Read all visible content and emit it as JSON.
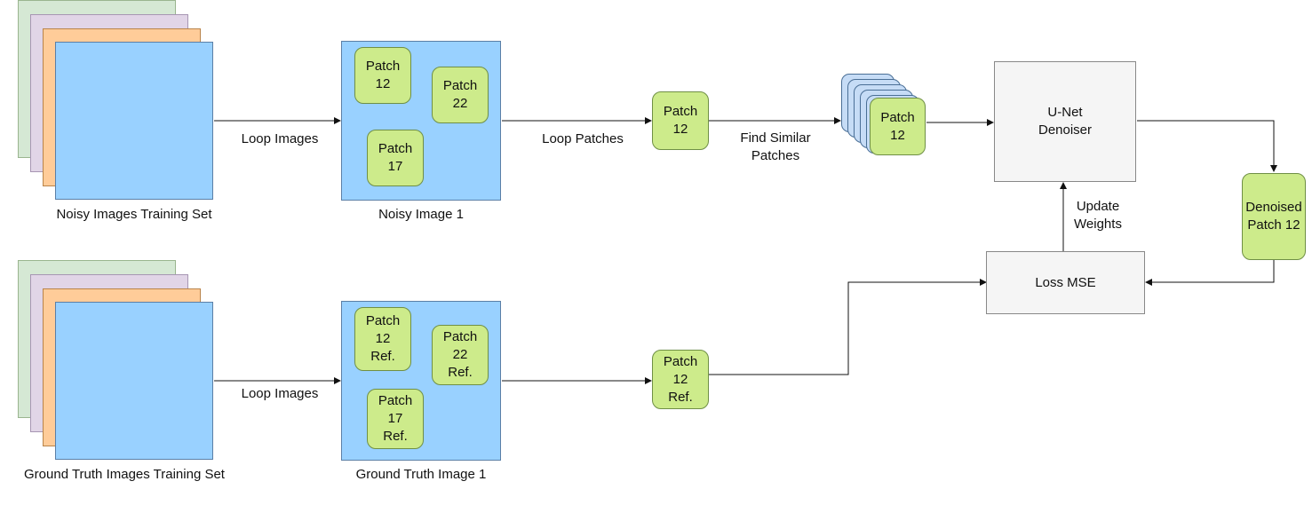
{
  "noisy_set": {
    "label": "Noisy  Images Training Set"
  },
  "gt_set": {
    "label": "Ground Truth Images Training Set"
  },
  "noisy_image": {
    "label": "Noisy Image 1",
    "patches": [
      "Patch\n12",
      "Patch\n22",
      "Patch\n17"
    ]
  },
  "gt_image": {
    "label": "Ground Truth Image 1",
    "patches": [
      "Patch\n12\nRef.",
      "Patch\n22\nRef.",
      "Patch\n17\nRef."
    ]
  },
  "edges": {
    "loop_images_top": "Loop Images",
    "loop_images_bottom": "Loop Images",
    "loop_patches": "Loop Patches",
    "find_similar": "Find Similar\nPatches",
    "update_weights": "Update\nWeights"
  },
  "patch12": "Patch\n12",
  "patch12_ref": "Patch\n12\nRef.",
  "similar_front": "Patch\n12",
  "unet": "U-Net\nDenoiser",
  "denoised": "Denoised\nPatch 12",
  "loss": "Loss MSE",
  "colors": {
    "image_blue": "#99d1ff",
    "patch_green": "#cdeb8b",
    "stack_orange": "#ffcc99",
    "stack_purple": "#e1d5e7",
    "stack_green": "#d5e8d4"
  }
}
